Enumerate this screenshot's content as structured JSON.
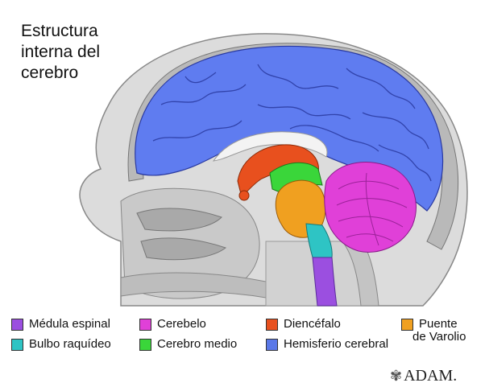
{
  "title": {
    "line1": "Estructura",
    "line2": "interna del",
    "line3": "cerebro"
  },
  "legend": [
    {
      "key": "medula",
      "label": "Médula espinal",
      "color": "#9b4fe0"
    },
    {
      "key": "cerebelo",
      "label": "Cerebelo",
      "color": "#e040d8"
    },
    {
      "key": "diencefalo",
      "label": "Diencéfalo",
      "color": "#e8501e"
    },
    {
      "key": "puente",
      "label_line1": "Puente",
      "label_line2": "de Varolio",
      "color": "#f0a020"
    },
    {
      "key": "bulbo",
      "label": "Bulbo raquídeo",
      "color": "#2ec4c4"
    },
    {
      "key": "cerebro_medio",
      "label": "Cerebro medio",
      "color": "#3ad63a"
    },
    {
      "key": "hemisferio",
      "label": "Hemisferio cerebral",
      "color": "#5a78e8"
    }
  ],
  "logo": {
    "text": "ADAM."
  },
  "colors": {
    "hemisferio": "#5f7cf0",
    "diencefalo": "#e8501e",
    "cerebro_medio": "#3ad63a",
    "puente": "#f0a020",
    "bulbo": "#2ec4c4",
    "medula": "#9b4fe0",
    "cerebelo": "#e040d8",
    "skin": "#d9d9d9",
    "bone": "#bdbdbd"
  }
}
